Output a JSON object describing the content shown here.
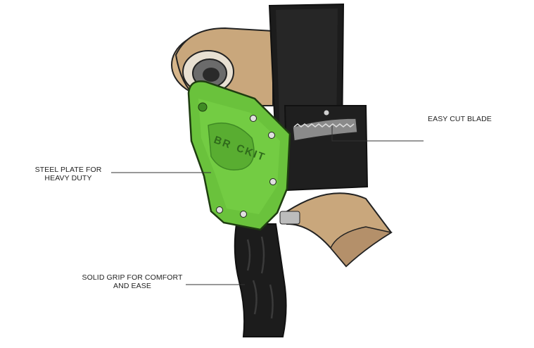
{
  "brand": {
    "text_left": "BR",
    "text_right": "CKIT"
  },
  "callouts": {
    "blade": "EASY CUT BLADE",
    "plate": "STEEL PLATE FOR\nHEAVY DUTY",
    "grip": "SOLID GRIP FOR COMFORT\nAND EASE"
  },
  "colors": {
    "plate_green": "#6ac23c",
    "plate_green_dark": "#3f8a24",
    "tape_tan": "#c9a77c",
    "body_black": "#1c1c1c",
    "callout_line": "#333333"
  }
}
